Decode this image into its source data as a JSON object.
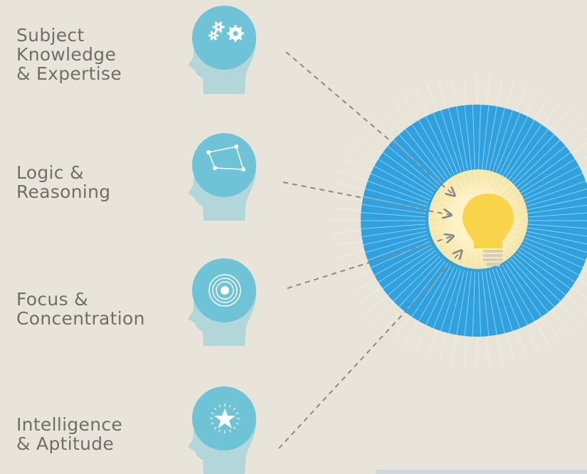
{
  "items": [
    {
      "label": "Subject\nKnowledge\n& Expertise",
      "icon": "gears-icon"
    },
    {
      "label": "Logic &\nReasoning",
      "icon": "polygon-icon"
    },
    {
      "label": "Focus &\nConcentration",
      "icon": "target-icon"
    },
    {
      "label": "Intelligence\n& Aptitude",
      "icon": "star-icon"
    }
  ],
  "colors": {
    "background": "#e8e4da",
    "text": "#6f6f69",
    "head_circle": "#6ec4d6",
    "head_body": "#b3d7d9",
    "ring_blue": "#2ea1de",
    "glow": "#fbf1c2",
    "bulb": "#f9d44a",
    "bulb_base": "#d9d3c2",
    "arrow": "#8a8a86"
  },
  "center_icon": "lightbulb-icon"
}
